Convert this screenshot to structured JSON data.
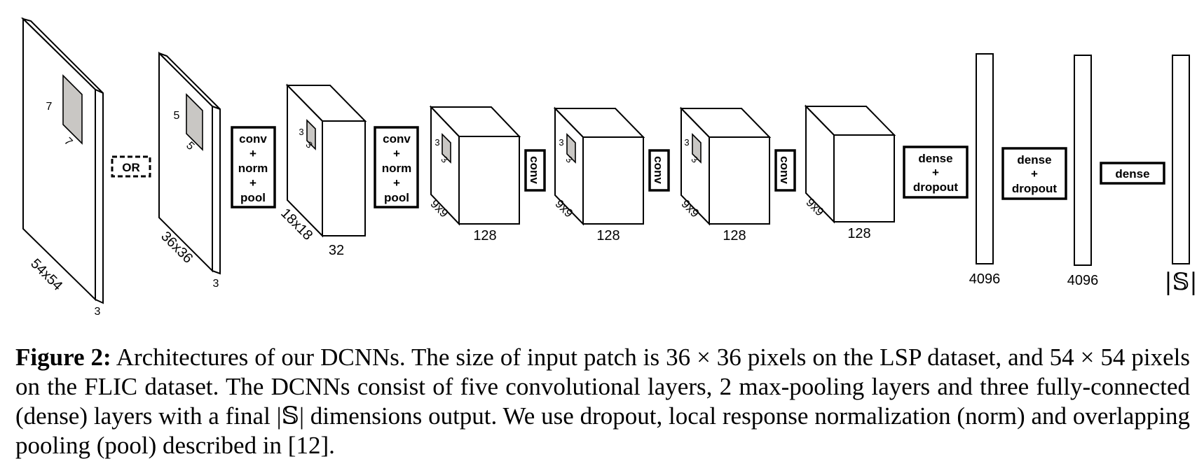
{
  "input_a": {
    "size": "54x54",
    "channels": "3",
    "kernel_h": "7",
    "kernel_w": "7"
  },
  "or_label": "OR",
  "input_b": {
    "size": "36x36",
    "channels": "3",
    "kernel_h": "5",
    "kernel_w": "5"
  },
  "op1": {
    "line1": "conv",
    "line2": "+",
    "line3": "norm",
    "line4": "+",
    "line5": "pool"
  },
  "layer1": {
    "size": "18x18",
    "depth": "32",
    "kernel_h": "3",
    "kernel_w": "3"
  },
  "op2": {
    "line1": "conv",
    "line2": "+",
    "line3": "norm",
    "line4": "+",
    "line5": "pool"
  },
  "layer2": {
    "size": "9x9",
    "depth": "128",
    "kernel_h": "3",
    "kernel_w": "3"
  },
  "op3": "conv",
  "layer3": {
    "size": "9x9",
    "depth": "128",
    "kernel_h": "3",
    "kernel_w": "3"
  },
  "op4": "conv",
  "layer4": {
    "size": "9x9",
    "depth": "128",
    "kernel_h": "3",
    "kernel_w": "3"
  },
  "op5": "conv",
  "layer5": {
    "size": "9x9",
    "depth": "128"
  },
  "op6": {
    "line1": "dense",
    "line2": "+",
    "line3": "dropout"
  },
  "fc1": "4096",
  "op7": {
    "line1": "dense",
    "line2": "+",
    "line3": "dropout"
  },
  "fc2": "4096",
  "op8": "dense",
  "output": "|𝕊|",
  "caption": {
    "label": "Figure 2:",
    "text": " Architectures of our DCNNs. The size of input patch is 36 × 36 pixels on the LSP dataset, and 54 × 54 pixels on the FLIC dataset. The DCNNs consist of five convolutional layers, 2 max-pooling layers and three fully-connected (dense) layers with a final |𝕊| dimensions output. We use dropout, local response normalization (norm) and overlapping pooling (pool) described in [12]."
  }
}
